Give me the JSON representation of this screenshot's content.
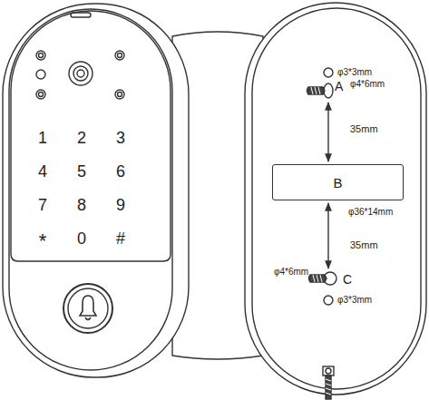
{
  "diagram": {
    "nodes": [
      {
        "text": [
          "B"
        ]
      }
    ],
    "labels": [
      "1",
      "2",
      "3",
      "4",
      "5",
      "6",
      "7",
      "8",
      "9",
      "*",
      "0",
      "#",
      "φ3*3mm",
      "φ4*6mm",
      "A",
      "35mm",
      "φ36*14mm",
      "35mm",
      "φ4*6mm",
      "C",
      "φ3*3mm"
    ]
  }
}
